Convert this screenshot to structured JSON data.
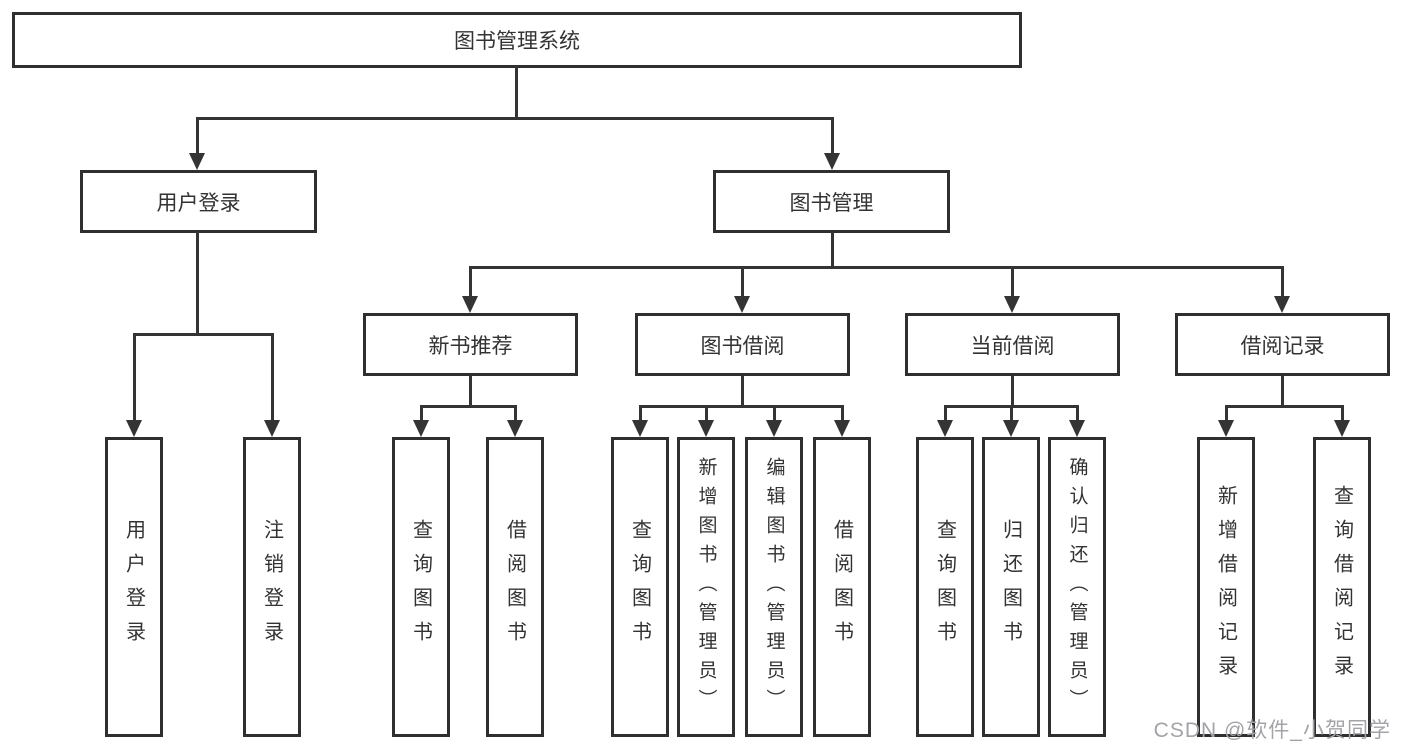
{
  "colors": {
    "background": "#ffffff",
    "line": "#343434",
    "box_border": "#2f2f2f",
    "text": "#333333",
    "watermark": "#a3a3a8"
  },
  "watermark": {
    "text": "CSDN @软件_小贺同学"
  },
  "tree": {
    "label": "图书管理系统",
    "children": [
      {
        "label": "用户登录",
        "children": [
          {
            "label": "用户登录"
          },
          {
            "label": "注销登录"
          }
        ]
      },
      {
        "label": "图书管理",
        "children": [
          {
            "label": "新书推荐",
            "children": [
              {
                "label": "查询图书"
              },
              {
                "label": "借阅图书"
              }
            ]
          },
          {
            "label": "图书借阅",
            "children": [
              {
                "label": "查询图书"
              },
              {
                "label": "新增图书（管理员）"
              },
              {
                "label": "编辑图书（管理员）"
              },
              {
                "label": "借阅图书"
              }
            ]
          },
          {
            "label": "当前借阅",
            "children": [
              {
                "label": "查询图书"
              },
              {
                "label": "归还图书"
              },
              {
                "label": "确认归还（管理员）"
              }
            ]
          },
          {
            "label": "借阅记录",
            "children": [
              {
                "label": "新增借阅记录"
              },
              {
                "label": "查询借阅记录"
              }
            ]
          }
        ]
      }
    ]
  }
}
